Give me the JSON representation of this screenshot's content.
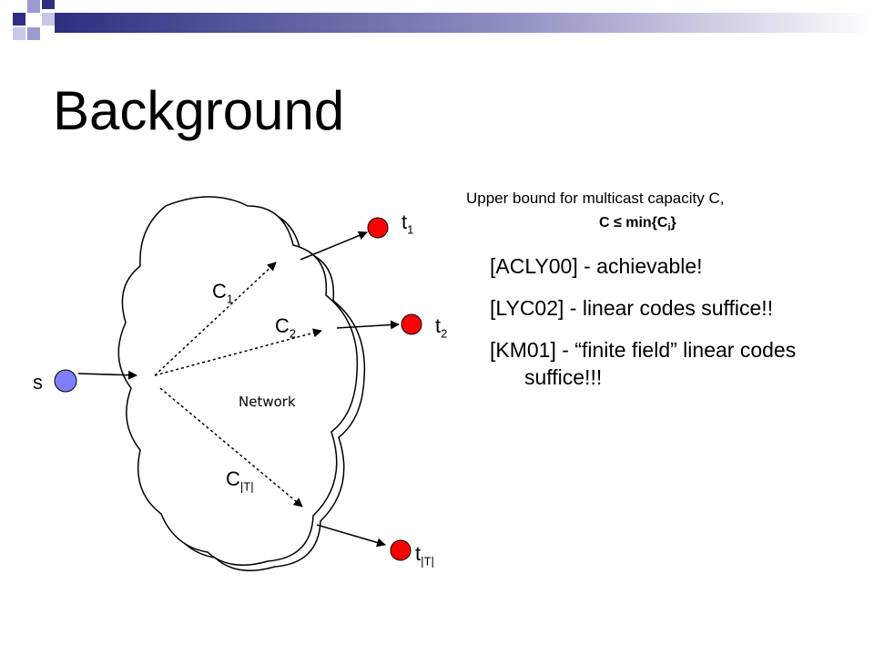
{
  "title": "Background",
  "upper_bound_text": "Upper bound for multicast capacity C,",
  "formula": {
    "lhs": "C ≤ min{C",
    "sub": "i",
    "rhs": "}"
  },
  "references": [
    "[ACLY00] - achievable!",
    "[LYC02] - linear codes suffice!!",
    "[KM01] - “finite field” linear codes suffice!!!"
  ],
  "diagram": {
    "network_label": "Network",
    "source_label": "s",
    "sinks": [
      {
        "base": "t",
        "sub": "1"
      },
      {
        "base": "t",
        "sub": "2"
      },
      {
        "base": "t",
        "sub": "|T|"
      }
    ],
    "capacities": [
      {
        "base": "C",
        "sub": "1"
      },
      {
        "base": "C",
        "sub": "2"
      },
      {
        "base": "C",
        "sub": "|T|"
      }
    ],
    "colors": {
      "source": "#7f7fff",
      "sink": "#ff0000",
      "banner": "#2e2e80"
    }
  }
}
